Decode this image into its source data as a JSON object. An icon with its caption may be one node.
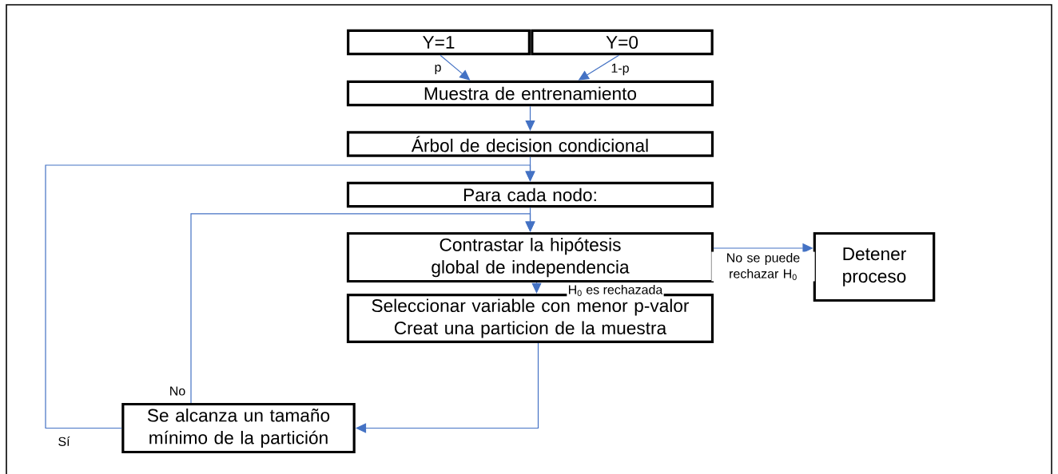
{
  "diagram": {
    "nodes": [
      {
        "text": [
          "Y=1"
        ]
      },
      {
        "text": [
          "Y=0"
        ]
      },
      {
        "text": [
          "Muestra de entrenamiento"
        ]
      },
      {
        "text": [
          "Árbol de decision condicional"
        ]
      },
      {
        "text": [
          "Para cada nodo:"
        ]
      },
      {
        "text": [
          "Contrastar la hipótesis global de independencia"
        ]
      },
      {
        "text": [
          "Detener proceso"
        ]
      },
      {
        "text": [
          "Seleccionar variable con menor p-valor",
          "Creat una particion de la muestra"
        ]
      },
      {
        "text": [
          "Se alcanza un tamaño mínimo de la partición"
        ]
      }
    ],
    "edges": [
      {
        "from": 0,
        "to": 2,
        "arrow": "to",
        "label": "p"
      },
      {
        "from": 1,
        "to": 2,
        "arrow": "to",
        "label": "1-p"
      },
      {
        "from": 2,
        "to": 3,
        "arrow": "to"
      },
      {
        "from": 3,
        "to": 4,
        "arrow": "to"
      },
      {
        "from": 4,
        "to": 5,
        "arrow": "to"
      },
      {
        "from": 5,
        "to": 6,
        "arrow": "to",
        "label": "No se puede rechazar H$_{0}$"
      },
      {
        "from": 5,
        "to": 7,
        "arrow": "to",
        "label": "H$_{0}$ es rechazada"
      },
      {
        "from": 7,
        "to": 8,
        "arrow": "to"
      },
      {
        "from": 8,
        "to": 4,
        "arrow": "to",
        "label": "Sí"
      },
      {
        "from": 8,
        "to": 5,
        "arrow": "to",
        "label": "No"
      }
    ]
  }
}
